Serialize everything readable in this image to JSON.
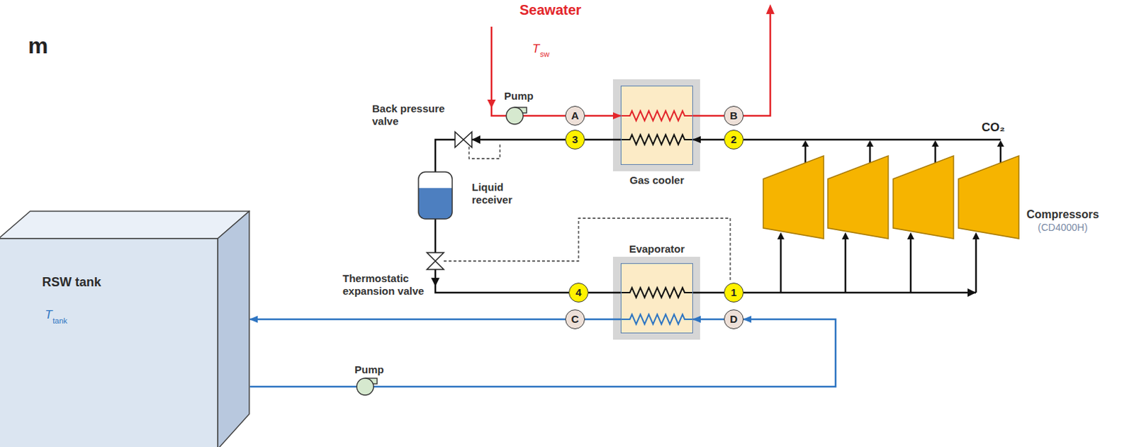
{
  "diagram": {
    "nodes": [
      {
        "text": [
          "A"
        ]
      },
      {
        "text": [
          "Gas cooler"
        ]
      },
      {
        "text": [
          "B"
        ]
      },
      {
        "text": [
          "3"
        ]
      },
      {
        "text": [
          "2"
        ]
      },
      {
        "text": [
          "Evaporator"
        ]
      },
      {
        "text": [
          "4"
        ]
      },
      {
        "text": [
          "1"
        ]
      },
      {
        "text": [
          "C"
        ]
      },
      {
        "text": [
          "D"
        ]
      },
      {
        "text": [
          "RSW tank",
          "T",
          "tank"
        ]
      }
    ],
    "edges": [
      {
        "from": 0,
        "to": 1,
        "arrow": "to"
      },
      {
        "from": 1,
        "to": 2,
        "arrow": "none"
      },
      {
        "from": 4,
        "to": 1,
        "arrow": "to"
      },
      {
        "from": 1,
        "to": 3,
        "arrow": "none"
      },
      {
        "from": 6,
        "to": 5,
        "arrow": "none"
      },
      {
        "from": 5,
        "to": 7,
        "arrow": "none"
      },
      {
        "from": 9,
        "to": 5,
        "arrow": "to"
      },
      {
        "from": 5,
        "to": 8,
        "arrow": "none"
      },
      {
        "from": 8,
        "to": 10,
        "arrow": "to"
      },
      {
        "from": 10,
        "to": 9,
        "arrow": "to"
      }
    ],
    "labels": [
      "m",
      "Seawater",
      "T",
      "sw",
      "Pump",
      "Back pressure valve",
      "CO₂",
      "Liquid receiver",
      "Compressors",
      "(CD4000H)",
      "Thermostatic expansion valve",
      "Pump"
    ]
  }
}
